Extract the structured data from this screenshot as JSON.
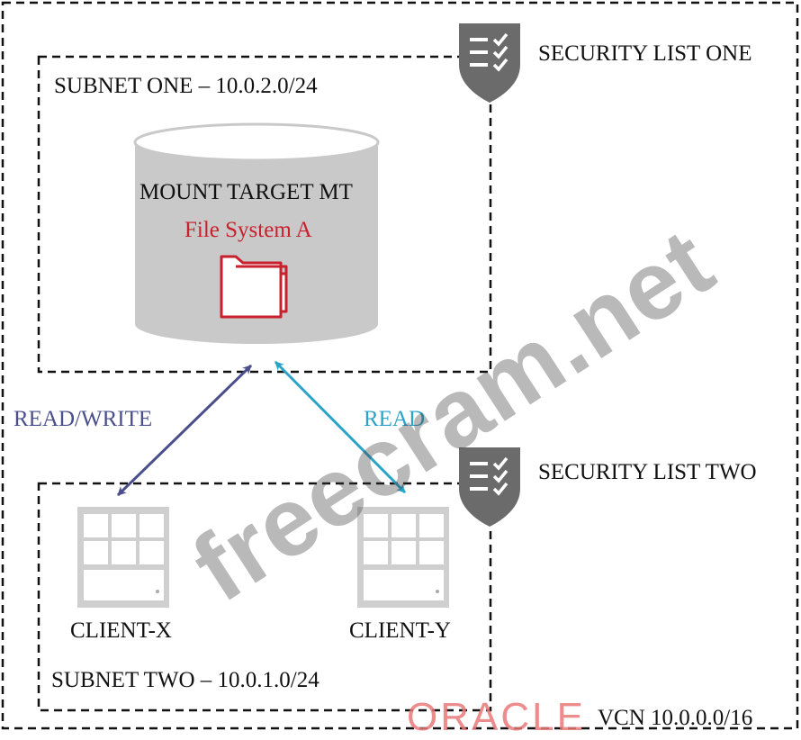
{
  "vcn": {
    "label": "VCN 10.0.0.0/16"
  },
  "security_list_one": {
    "label": "SECURITY LIST ONE",
    "icon": "security-shield-icon"
  },
  "security_list_two": {
    "label": "SECURITY LIST TWO",
    "icon": "security-shield-icon"
  },
  "subnet_one": {
    "label": "SUBNET ONE – 10.0.2.0/24"
  },
  "subnet_two": {
    "label": "SUBNET TWO – 10.0.1.0/24"
  },
  "mount_target": {
    "label": "MOUNT TARGET MT",
    "file_system": "File System A",
    "icon": "folder-icon"
  },
  "client_x": {
    "label": "CLIENT-X",
    "icon": "server-icon"
  },
  "client_y": {
    "label": "CLIENT-Y",
    "icon": "server-icon"
  },
  "access": {
    "client_x": "READ/WRITE",
    "client_y": "READ"
  },
  "watermark": {
    "text": "freecram.net"
  },
  "logo": {
    "text": "ORACLE"
  },
  "colors": {
    "read_write": "#4a4f8c",
    "read": "#2aa3c9",
    "file_system": "#c8202c",
    "shield": "#6b6b6b",
    "server": "#cccccc"
  }
}
